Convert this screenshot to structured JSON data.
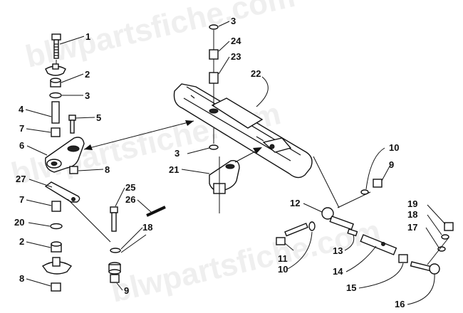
{
  "watermark": {
    "text_1": "blwpartsfiche.com",
    "text_2": "blwpartsfiche.com",
    "text_3": "blwpartsfiche.com"
  },
  "callouts": [
    {
      "id": "c1",
      "label": "1"
    },
    {
      "id": "c2a",
      "label": "2"
    },
    {
      "id": "c3a",
      "label": "3"
    },
    {
      "id": "c4",
      "label": "4"
    },
    {
      "id": "c5",
      "label": "5"
    },
    {
      "id": "c7a",
      "label": "7"
    },
    {
      "id": "c6",
      "label": "6"
    },
    {
      "id": "c8a",
      "label": "8"
    },
    {
      "id": "c27",
      "label": "27"
    },
    {
      "id": "c7b",
      "label": "7"
    },
    {
      "id": "c20",
      "label": "20"
    },
    {
      "id": "c2b",
      "label": "2"
    },
    {
      "id": "c8b",
      "label": "8"
    },
    {
      "id": "c25",
      "label": "25"
    },
    {
      "id": "c26",
      "label": "26"
    },
    {
      "id": "c18a",
      "label": "18"
    },
    {
      "id": "c9a",
      "label": "9"
    },
    {
      "id": "c3b",
      "label": "3"
    },
    {
      "id": "c24",
      "label": "24"
    },
    {
      "id": "c23",
      "label": "23"
    },
    {
      "id": "c22",
      "label": "22"
    },
    {
      "id": "c3c",
      "label": "3"
    },
    {
      "id": "c21",
      "label": "21"
    },
    {
      "id": "c10a",
      "label": "10"
    },
    {
      "id": "c9b",
      "label": "9"
    },
    {
      "id": "c12",
      "label": "12"
    },
    {
      "id": "c19",
      "label": "19"
    },
    {
      "id": "c18b",
      "label": "18"
    },
    {
      "id": "c17",
      "label": "17"
    },
    {
      "id": "c11",
      "label": "11"
    },
    {
      "id": "c10b",
      "label": "10"
    },
    {
      "id": "c13",
      "label": "13"
    },
    {
      "id": "c14",
      "label": "14"
    },
    {
      "id": "c15",
      "label": "15"
    },
    {
      "id": "c16",
      "label": "16"
    }
  ]
}
